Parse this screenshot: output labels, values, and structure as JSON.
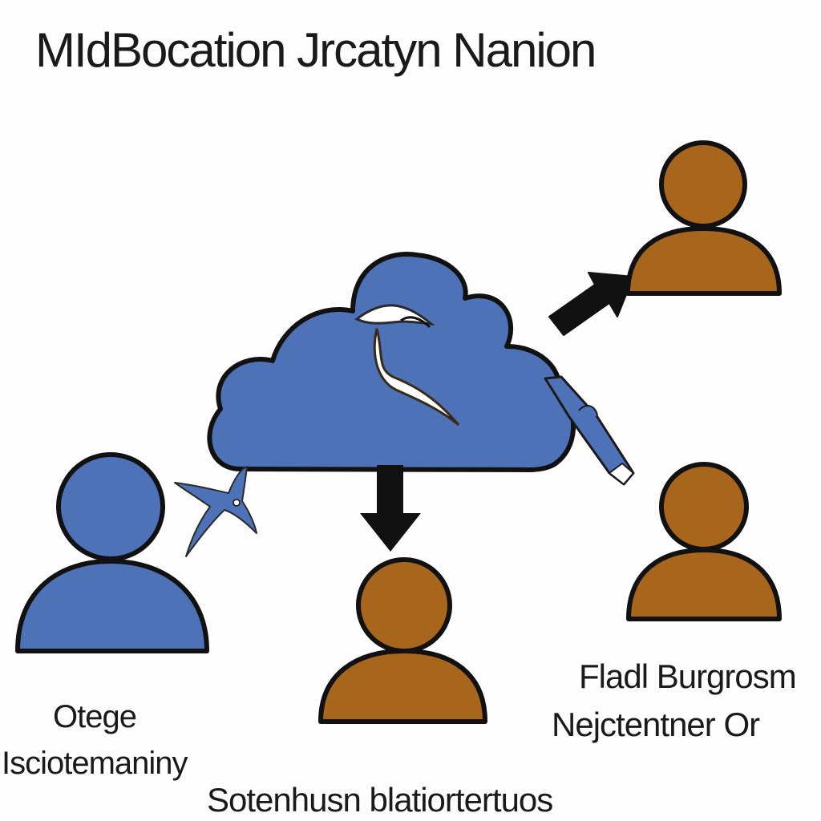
{
  "diagram": {
    "title": "MIdBocation Jrcatyn Nanion",
    "labels": {
      "left_line1": "Otege",
      "left_line2": "Isciotemaniny",
      "right_line1": "Fladl Burgrosm",
      "right_line2": "Nejctentner Or",
      "bottom": "Sotenhusn blatiortertuos"
    },
    "nodes": [
      {
        "id": "cloud",
        "kind": "cloud",
        "color": "#4e72b8",
        "icon": "bird-icon"
      },
      {
        "id": "person-left",
        "kind": "person",
        "color": "#4e72b8"
      },
      {
        "id": "person-top-right",
        "kind": "person",
        "color": "#a8651c"
      },
      {
        "id": "person-bottom-center",
        "kind": "person",
        "color": "#a8651c"
      },
      {
        "id": "person-right",
        "kind": "person",
        "color": "#a8651c"
      }
    ],
    "arrows": [
      {
        "from": "cloud",
        "to": "person-bottom-center",
        "style": "block",
        "color": "#111111"
      },
      {
        "from": "cloud",
        "to": "person-top-right",
        "style": "block",
        "color": "#111111"
      },
      {
        "from": "person-left",
        "to": "cloud",
        "style": "bird",
        "color": "#4e72b8"
      },
      {
        "from": "cloud",
        "to": "person-right",
        "style": "pen",
        "color": "#4e72b8"
      }
    ],
    "colors": {
      "outline": "#111111",
      "blue": "#4e72b8",
      "brown": "#a8651c"
    }
  }
}
